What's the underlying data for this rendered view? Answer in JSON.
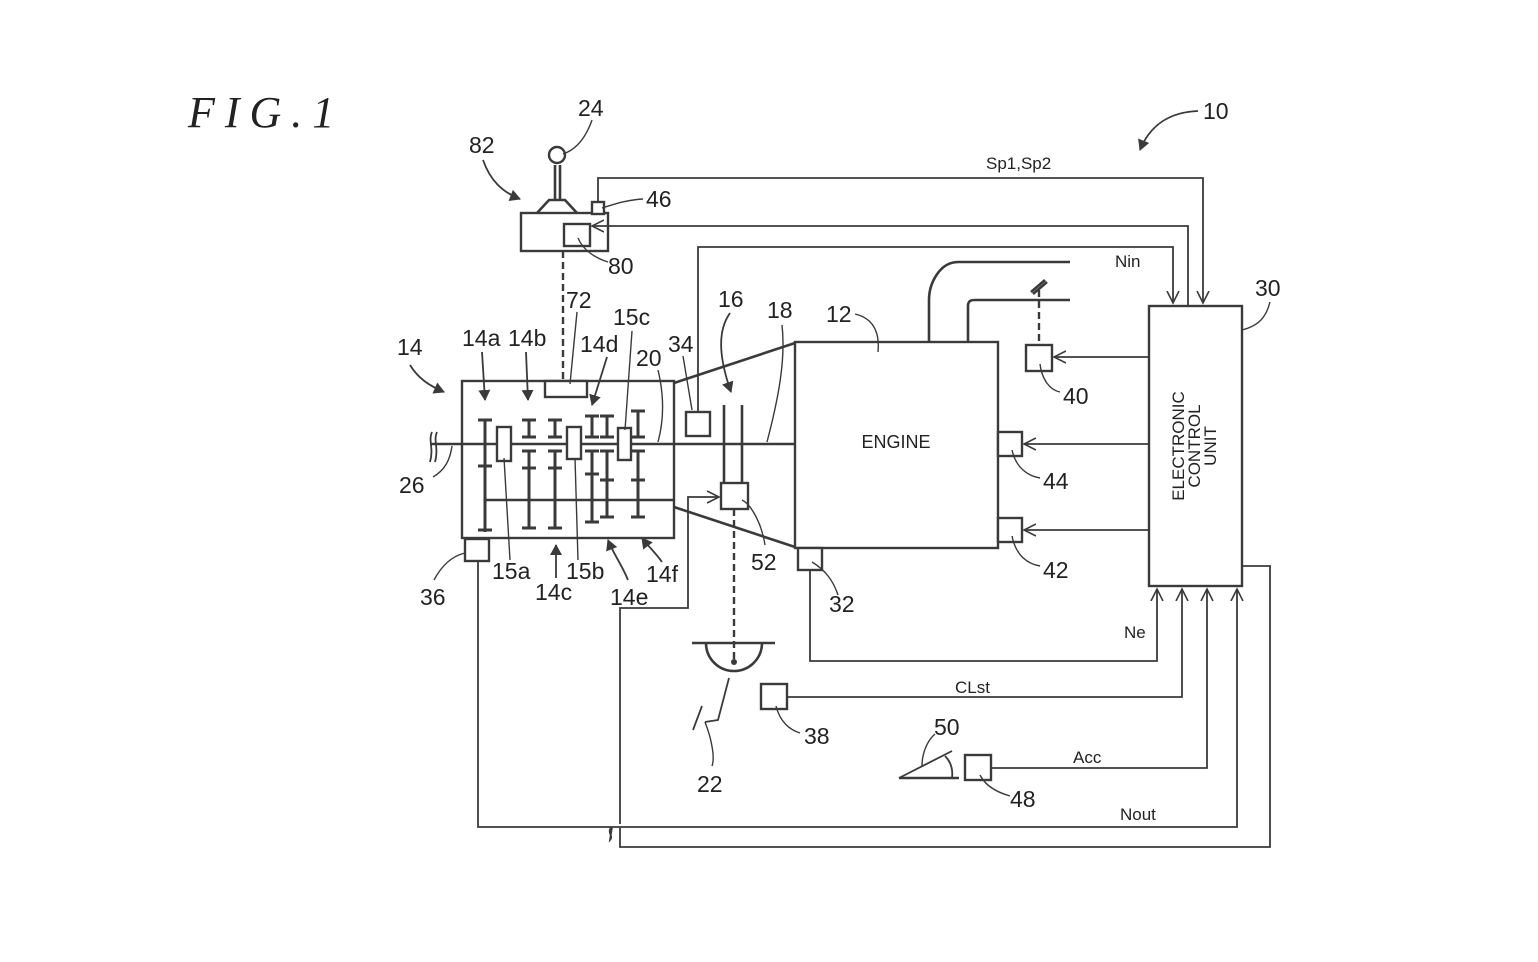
{
  "figure": {
    "title": "FIG.1",
    "system_ref": "10"
  },
  "components": {
    "engine": {
      "ref": "12",
      "label": "ENGINE"
    },
    "transmission": {
      "ref": "14"
    },
    "gear_pairs": [
      "14a",
      "14b",
      "14c",
      "14d",
      "14e",
      "14f"
    ],
    "synchronizers": [
      "15a",
      "15b",
      "15c"
    ],
    "clutch": {
      "ref": "16"
    },
    "crankshaft": {
      "ref": "18"
    },
    "input_shaft": {
      "ref": "20"
    },
    "clutch_pedal": {
      "ref": "22"
    },
    "shift_lever": {
      "ref": "24"
    },
    "output_shaft": {
      "ref": "26"
    },
    "ecu": {
      "ref": "30",
      "label_lines": [
        "ELECTRONIC",
        "CONTROL",
        "UNIT"
      ]
    },
    "engine_speed_sensor": {
      "ref": "32"
    },
    "input_speed_sensor": {
      "ref": "34"
    },
    "output_speed_sensor": {
      "ref": "36"
    },
    "clutch_stroke_sensor": {
      "ref": "38"
    },
    "throttle_actuator": {
      "ref": "40"
    },
    "ignition_device": {
      "ref": "42"
    },
    "fuel_injection_device": {
      "ref": "44"
    },
    "shift_position_sensor": {
      "ref": "46"
    },
    "accelerator_sensor": {
      "ref": "48"
    },
    "accelerator_pedal": {
      "ref": "50"
    },
    "clutch_actuator": {
      "ref": "52"
    },
    "shift_mechanism": {
      "ref": "72"
    },
    "shift_actuator": {
      "ref": "80"
    },
    "shift_device": {
      "ref": "82"
    }
  },
  "signals": {
    "shift_position": "Sp1,Sp2",
    "input_speed": "Nin",
    "engine_speed": "Ne",
    "clutch_stroke": "CLst",
    "accelerator": "Acc",
    "output_speed": "Nout"
  }
}
